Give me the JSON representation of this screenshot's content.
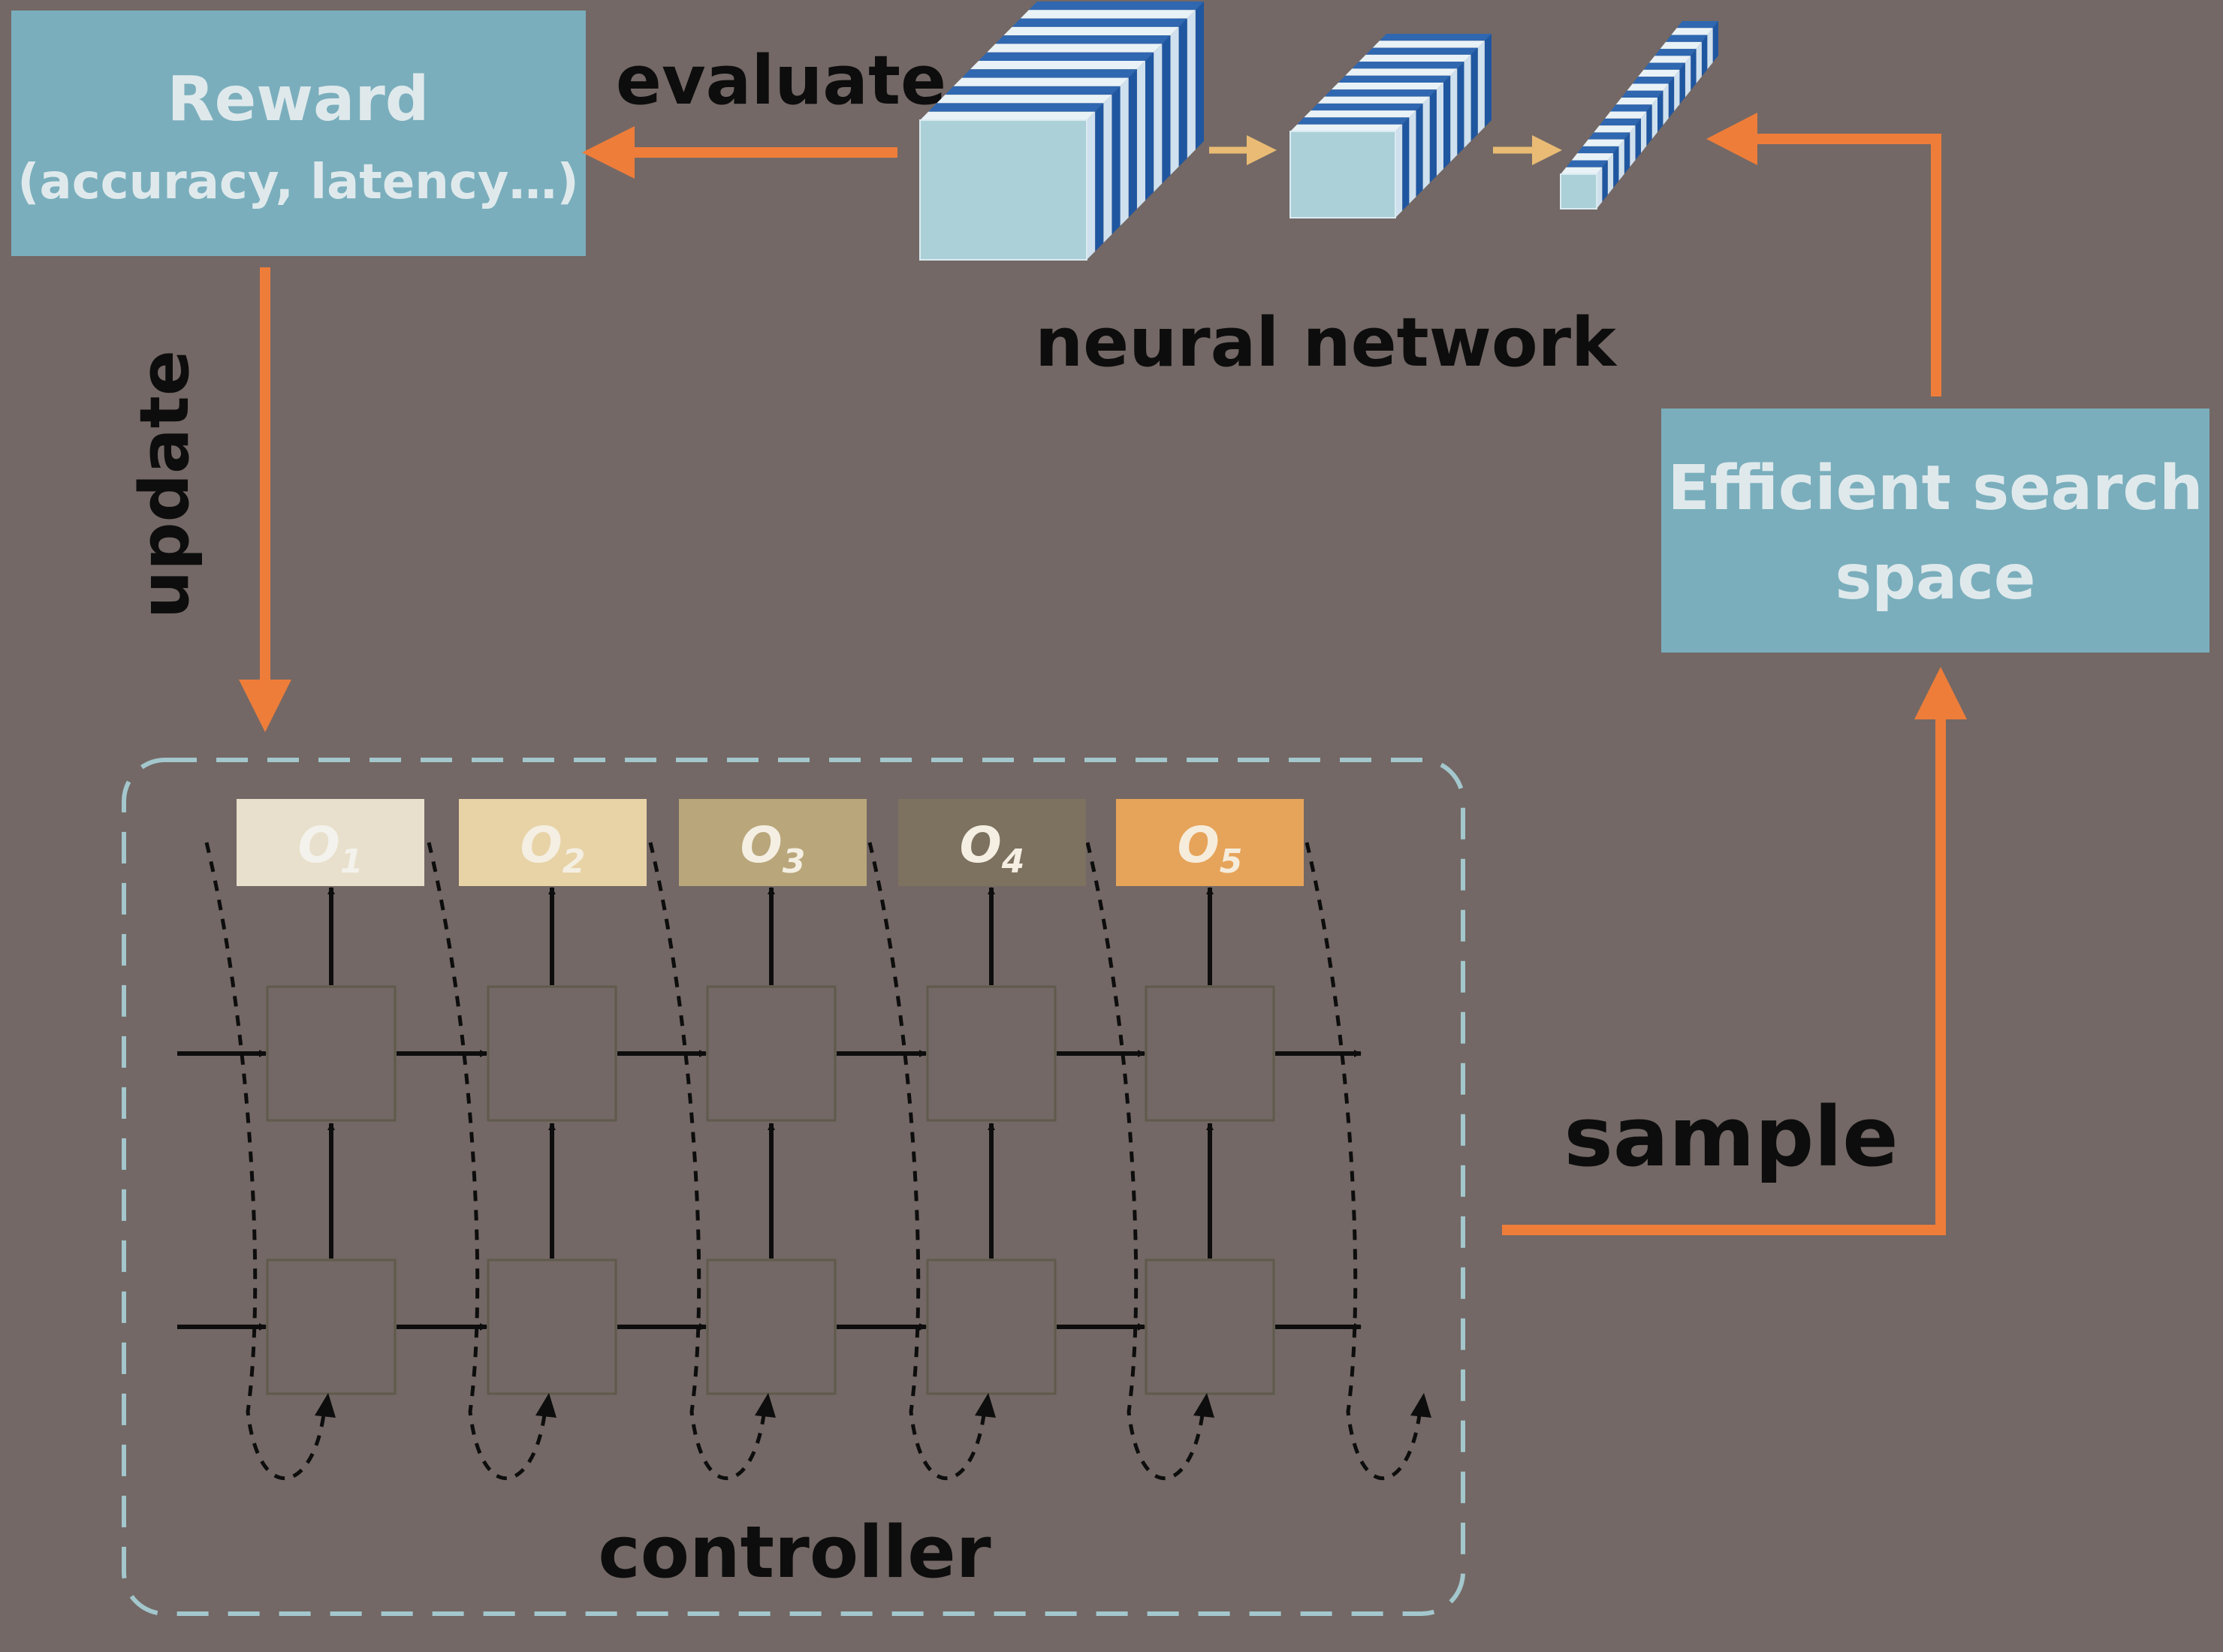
{
  "reward": {
    "title": "Reward",
    "subtitle": "(accuracy, latency…)"
  },
  "labels": {
    "evaluate": "evaluate",
    "update": "update",
    "neural_network": "neural network",
    "sample": "sample",
    "controller": "controller"
  },
  "search_space": {
    "line1": "Efficient search",
    "line2": "space"
  },
  "operations": [
    {
      "letter": "O",
      "index": "1",
      "color": "#e8e0cc",
      "text_color": "#f4f2ec"
    },
    {
      "letter": "O",
      "index": "2",
      "color": "#e8d3a7",
      "text_color": "#f4efe2"
    },
    {
      "letter": "O",
      "index": "3",
      "color": "#b9a67a",
      "text_color": "#f4efe2"
    },
    {
      "letter": "O",
      "index": "4",
      "color": "#7d7160",
      "text_color": "#f4efe2"
    },
    {
      "letter": "O",
      "index": "5",
      "color": "#e6a45a",
      "text_color": "#f6ecdc"
    }
  ],
  "colors": {
    "background": "#736865",
    "box_fill": "#7aaebc",
    "arrow_orange": "#ee7d3a",
    "arrow_light": "#e9bb74",
    "controller_border": "#a3c7cd",
    "layer_front": "#abd0d8",
    "layer_stripe": "#2f67b0"
  }
}
